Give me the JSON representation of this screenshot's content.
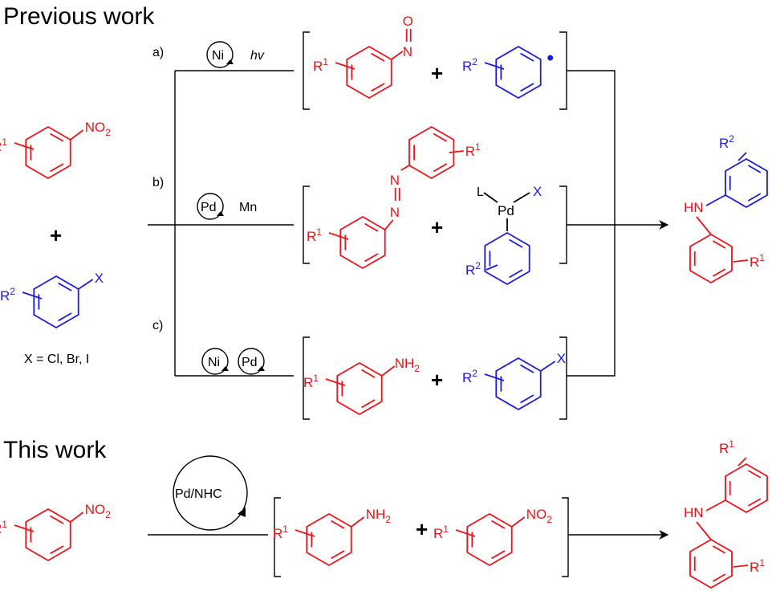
{
  "headings": {
    "previous": "Previous work",
    "this": "This work"
  },
  "colors": {
    "red": "#e8141c",
    "blue": "#1c1cd6",
    "black": "#000000"
  },
  "routes": {
    "a": {
      "label": "a)",
      "catalyst": "Ni",
      "condition": "hv"
    },
    "b": {
      "label": "b)",
      "catalyst": "Pd",
      "condition": "Mn"
    },
    "c": {
      "label": "c)",
      "catalysts": [
        "Ni",
        "Pd"
      ]
    }
  },
  "reactants": {
    "plus": "+",
    "x_def": "X = Cl, Br, I"
  },
  "this_work": {
    "catalyst": "Pd/NHC"
  },
  "text": {
    "R": "R",
    "sup1": "1",
    "sup2": "2",
    "NO": "N=O",
    "NO_N": "N",
    "NO_O": "O",
    "NO2_base": "NO",
    "NO2_sub": "2",
    "NH2_base": "NH",
    "NH2_sub": "2",
    "HN": "HN",
    "X": "X",
    "L": "L",
    "Pd": "Pd",
    "N": "N",
    "plus": "+"
  }
}
